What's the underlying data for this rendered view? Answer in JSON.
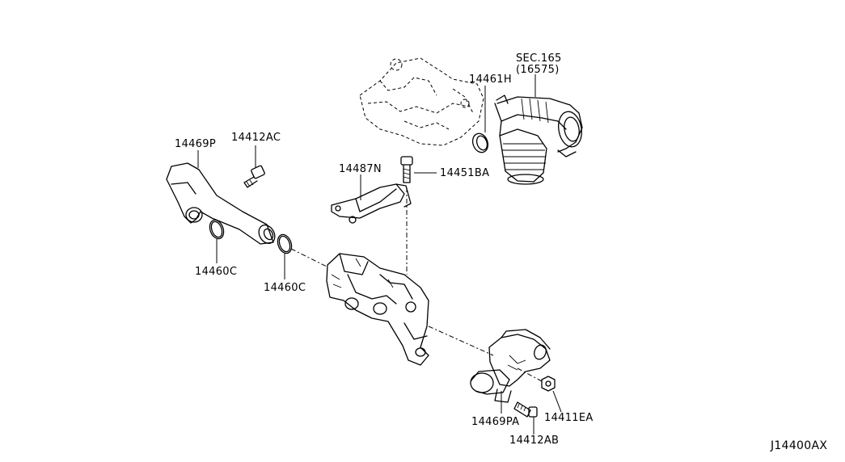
{
  "labels": {
    "sec": "SEC.165",
    "sec_sub": "(16575)",
    "p14461h": "14461H",
    "p14469p": "14469P",
    "p14412ac": "14412AC",
    "p14487n": "14487N",
    "p14451ba": "14451BA",
    "p14460c_left": "14460C",
    "p14460c_right": "14460C",
    "p14469pa": "14469PA",
    "p14411ea": "14411EA",
    "p14412ab": "14412AB",
    "diagram_id": "J14400AX"
  }
}
